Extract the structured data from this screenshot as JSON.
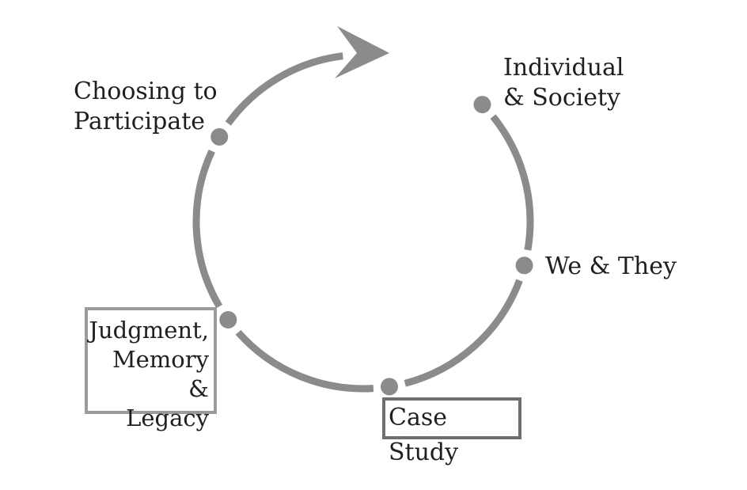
{
  "diagram": {
    "type": "cycle",
    "nodes": [
      {
        "id": "choosing-to-participate",
        "label": "Choosing to Participate",
        "lines": [
          "Choosing to",
          "Participate"
        ],
        "boxed": false
      },
      {
        "id": "individual-and-society",
        "label": "Individual & Society",
        "lines": [
          "Individual",
          "& Society"
        ],
        "boxed": false
      },
      {
        "id": "we-and-they",
        "label": "We & They",
        "lines": [
          "We & They"
        ],
        "boxed": false
      },
      {
        "id": "case-study",
        "label": "Case Study",
        "lines": [
          "Case Study"
        ],
        "boxed": true
      },
      {
        "id": "judgment-memory-legacy",
        "label": "Judgment, Memory & Legacy",
        "lines": [
          "Judgment,",
          "Memory &",
          "Legacy"
        ],
        "boxed": true
      }
    ],
    "flow_direction": "clockwise",
    "colors": {
      "arc": "#8b8b8b",
      "dot": "#8b8b8b",
      "arrow": "#8b8b8b",
      "text": "#1f1f1f",
      "judgment_box_border": "#9b9b9b",
      "case_box_border": "#6f6f6f",
      "background": "#ffffff"
    }
  }
}
